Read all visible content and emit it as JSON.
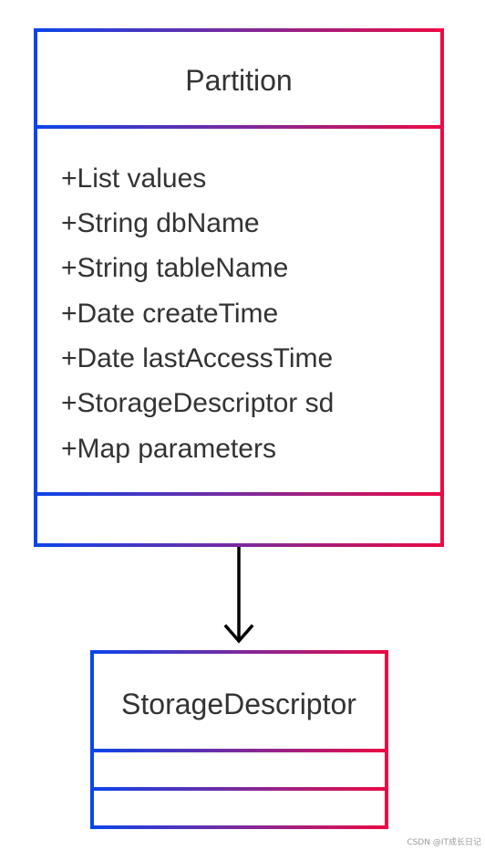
{
  "diagram": {
    "classes": [
      {
        "name": "Partition",
        "attributes": [
          "+List values",
          "+String dbName",
          "+String tableName",
          "+Date createTime",
          "+Date lastAccessTime",
          "+StorageDescriptor sd",
          "+Map parameters"
        ],
        "methods": []
      },
      {
        "name": "StorageDescriptor",
        "attributes": [],
        "methods": []
      }
    ],
    "relations": [
      {
        "from": "Partition",
        "to": "StorageDescriptor",
        "type": "association-arrow"
      }
    ],
    "colors": {
      "border_start": "#0b45ea",
      "border_mid": "#7b2a9e",
      "border_end": "#ea0b44",
      "text": "#333333",
      "arrow": "#000000",
      "background": "#ffffff"
    }
  },
  "watermark": "CSDN @IT成长日记"
}
